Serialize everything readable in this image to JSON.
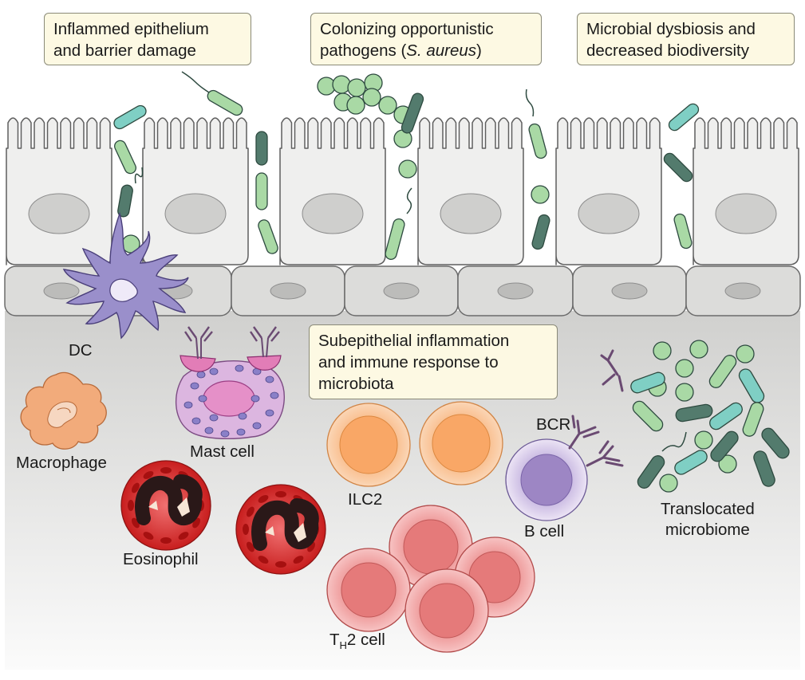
{
  "callouts": {
    "epithelium": {
      "line1": "Inflammed epithelium",
      "line2": "and barrier damage"
    },
    "pathogens": {
      "line1": "Colonizing opportunistic",
      "line2_pre": "pathogens (",
      "line2_italic": "S. aureus",
      "line2_post": ")"
    },
    "dysbiosis": {
      "line1": "Microbial dysbiosis and",
      "line2": "decreased biodiversity"
    },
    "subepithelial": {
      "line1": "Subepithelial inflammation",
      "line2": "and immune response to",
      "line3": "microbiota"
    }
  },
  "labels": {
    "dc": "DC",
    "macrophage": "Macrophage",
    "mast_cell": "Mast cell",
    "eosinophil": "Eosinophil",
    "ilc2": "ILC2",
    "bcr": "BCR",
    "b_cell": "B cell",
    "th2_T": "T",
    "th2_sub": "H",
    "th2_rest": "2 cell",
    "translocated_line1": "Translocated",
    "translocated_line2": "microbiome"
  },
  "colors": {
    "epithelial_cell": "#efefee",
    "basal_layer": "#dcdcda",
    "tissue_gradient_top": "#d4d4d2",
    "tissue_gradient_bottom": "#fafafa",
    "light_green_bacteria": "#a9d9a5",
    "teal_bacteria": "#7fcfc4",
    "dark_bacteria": "#537b6d",
    "dendritic_cell": "#9a8fcb",
    "macrophage": "#f2ab7b",
    "mast_cell": "#dcb6e0",
    "eosinophil": "#d93a3a",
    "ilc2": "#f6ba88",
    "b_cell": "#c5b4dc",
    "th2": "#ec8c8c",
    "callout_fill": "#fdf9e3"
  }
}
